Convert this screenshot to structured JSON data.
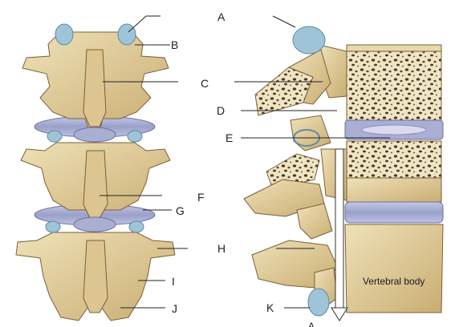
{
  "colors": {
    "bone": "#e4d2a5",
    "bone_shade": "#b89b63",
    "bone_dark": "#7a6036",
    "cartilage": "#9fc4d8",
    "disc": "#a9aed3",
    "disc_core": "#d9daf0",
    "cancellous_bg": "#efe4c4",
    "pore": "#4a3a25",
    "leader": "#222222"
  },
  "labels": {
    "A": "A",
    "B": "B",
    "C": "C",
    "D": "D",
    "E": "E",
    "F": "F",
    "G": "G",
    "H": "H",
    "I": "I",
    "J": "J",
    "K": "K"
  },
  "annotations": {
    "vertebral_body": "Vertebral body",
    "bottom_cut": "A"
  },
  "icons": {
    "arrow": "down-arrow-icon"
  }
}
